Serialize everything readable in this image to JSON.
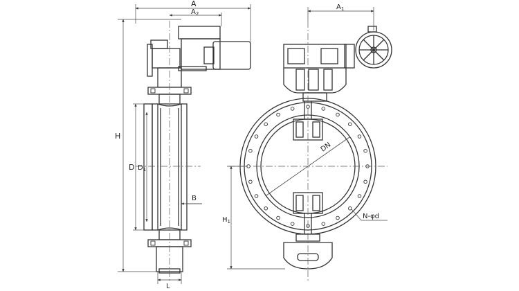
{
  "labels": {
    "A": "A",
    "A2": "A",
    "A2_sub": "2",
    "A1": "A",
    "A1_sub": "1",
    "H": "H",
    "D": "D",
    "D1": "D",
    "D1_sub": "1",
    "B": "B",
    "L": "L",
    "DN": "DN",
    "H1": "H",
    "H1_sub": "1",
    "bolt_holes": "N-φd"
  }
}
